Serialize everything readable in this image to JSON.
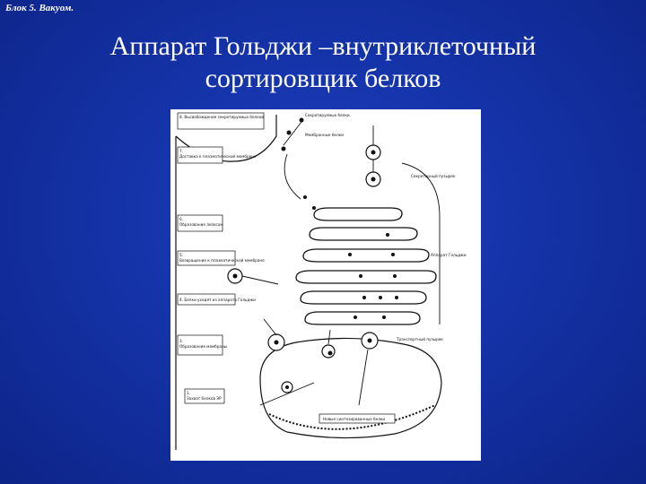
{
  "slide": {
    "header": "Блок 5. Вакуом.",
    "title_line1": "Аппарат Гольджи –внутриклеточный",
    "title_line2": "сортировщик белков"
  },
  "diagram": {
    "step_labels": [
      {
        "num": "8.",
        "text": "Высвобождение секретируемых белков"
      },
      {
        "num": "7.",
        "text": "Доставка к плазматической мембране"
      },
      {
        "num": "6.",
        "text": "Образование лизосом"
      },
      {
        "num": "5.",
        "text": "Возвращение к плазматической мембране"
      },
      {
        "num": "4.",
        "text": "Белки уходят из аппарата Гольджи"
      },
      {
        "num": "3.",
        "text": "Образование мембраны"
      },
      {
        "num": "1.",
        "text": "Захват белков ЭР"
      }
    ],
    "callouts": [
      "Секретируемые белки",
      "Мембранные белки",
      "Секреторный пузырек",
      "Аппарат Гольджи",
      "Транспортный пузырек",
      "Новые синтезированные белки"
    ]
  }
}
